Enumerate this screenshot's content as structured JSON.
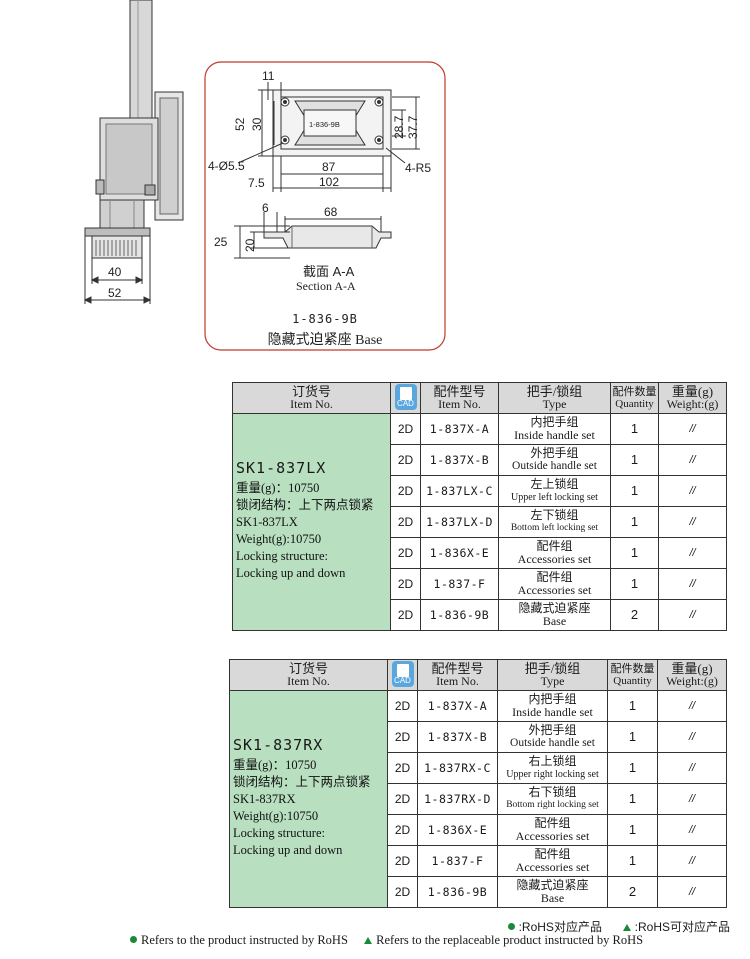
{
  "left_drawing": {
    "dims": [
      "40",
      "52"
    ]
  },
  "base_drawing": {
    "top_view": {
      "dims": [
        "11",
        "52",
        "30",
        "28.7",
        "37.7",
        "87",
        "102",
        "7.5",
        "4-Ø5.5",
        "4-R5"
      ],
      "part_mark": "1-836-9B"
    },
    "section_view": {
      "dims": [
        "6",
        "68",
        "25",
        "20"
      ],
      "label_cn": "截面 A-A",
      "label_en": "Section A-A"
    },
    "part_code": "1-836-9B",
    "part_name": "隐藏式迫紧座 Base"
  },
  "header": {
    "order_cn": "订货号",
    "order_en": "Item No.",
    "cad_label": "CAD",
    "part_cn": "配件型号",
    "part_en": "Item No.",
    "type_cn": "把手/锁组",
    "type_en": "Type",
    "qty_cn": "配件数量",
    "qty_en": "Quantity",
    "weight_cn": "重量(g)",
    "weight_en": "Weight:(g)"
  },
  "tables": [
    {
      "order": {
        "code": "SK1-837LX",
        "weight_cn": "重量(g)：10750",
        "lock_cn": "锁闭结构：上下两点锁紧",
        "code_en": "SK1-837LX",
        "weight_en": "Weight(g):10750",
        "lock_en_1": "Locking structure:",
        "lock_en_2": "Locking up and down"
      },
      "rows": [
        {
          "cad": "2D",
          "part": "1-837X-A",
          "type_cn": "内把手组",
          "type_en": "Inside handle set",
          "qty": "1",
          "weight": "//"
        },
        {
          "cad": "2D",
          "part": "1-837X-B",
          "type_cn": "外把手组",
          "type_en": "Outside handle set",
          "qty": "1",
          "weight": "//"
        },
        {
          "cad": "2D",
          "part": "1-837LX-C",
          "type_cn": "左上锁组",
          "type_en": "Upper left locking set",
          "qty": "1",
          "weight": "//"
        },
        {
          "cad": "2D",
          "part": "1-837LX-D",
          "type_cn": "左下锁组",
          "type_en": "Bottom left locking set",
          "qty": "1",
          "weight": "//"
        },
        {
          "cad": "2D",
          "part": "1-836X-E",
          "type_cn": "配件组",
          "type_en": "Accessories set",
          "qty": "1",
          "weight": "//"
        },
        {
          "cad": "2D",
          "part": "1-837-F",
          "type_cn": "配件组",
          "type_en": "Accessories set",
          "qty": "1",
          "weight": "//"
        },
        {
          "cad": "2D",
          "part": "1-836-9B",
          "type_cn": "隐藏式迫紧座",
          "type_en": "Base",
          "qty": "2",
          "weight": "//"
        }
      ]
    },
    {
      "order": {
        "code": "SK1-837RX",
        "weight_cn": "重量(g)：10750",
        "lock_cn": "锁闭结构：上下两点锁紧",
        "code_en": "SK1-837RX",
        "weight_en": "Weight(g):10750",
        "lock_en_1": "Locking structure:",
        "lock_en_2": "Locking up and down"
      },
      "rows": [
        {
          "cad": "2D",
          "part": "1-837X-A",
          "type_cn": "内把手组",
          "type_en": "Inside handle set",
          "qty": "1",
          "weight": "//"
        },
        {
          "cad": "2D",
          "part": "1-837X-B",
          "type_cn": "外把手组",
          "type_en": "Outside handle set",
          "qty": "1",
          "weight": "//"
        },
        {
          "cad": "2D",
          "part": "1-837RX-C",
          "type_cn": "右上锁组",
          "type_en": "Upper right locking set",
          "qty": "1",
          "weight": "//"
        },
        {
          "cad": "2D",
          "part": "1-837RX-D",
          "type_cn": "右下锁组",
          "type_en": "Bottom right locking set",
          "qty": "1",
          "weight": "//"
        },
        {
          "cad": "2D",
          "part": "1-836X-E",
          "type_cn": "配件组",
          "type_en": "Accessories set",
          "qty": "1",
          "weight": "//"
        },
        {
          "cad": "2D",
          "part": "1-837-F",
          "type_cn": "配件组",
          "type_en": "Accessories set",
          "qty": "1",
          "weight": "//"
        },
        {
          "cad": "2D",
          "part": "1-836-9B",
          "type_cn": "隐藏式迫紧座",
          "type_en": "Base",
          "qty": "2",
          "weight": "//"
        }
      ]
    }
  ],
  "legend": {
    "rohs_cn": ":RoHS对应产品",
    "replaceable_cn": ":RoHS可对应产品",
    "rohs_en": "Refers to the product instructed by RoHS",
    "replaceable_en": "Refers to the replaceable product instructed by RoHS",
    "legend_color": "#1a8a3a"
  }
}
